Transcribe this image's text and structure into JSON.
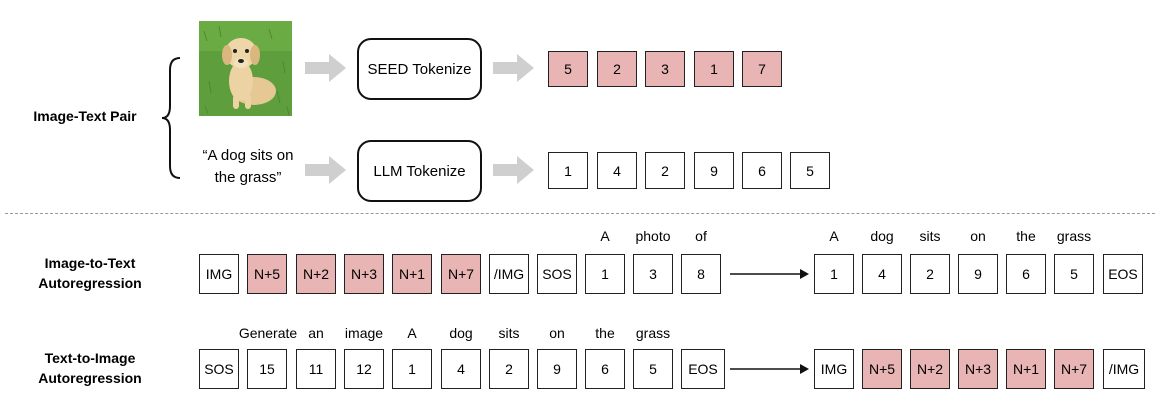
{
  "top": {
    "pair_label": "Image-Text Pair",
    "caption_line1": "“A dog sits on",
    "caption_line2": "the grass”",
    "seed_box": "SEED Tokenize",
    "llm_box": "LLM Tokenize",
    "seed_tokens": [
      "5",
      "2",
      "3",
      "1",
      "7"
    ],
    "llm_tokens": [
      "1",
      "4",
      "2",
      "9",
      "6",
      "5"
    ]
  },
  "i2t": {
    "label_line1": "Image-to-Text",
    "label_line2": "Autoregression",
    "input_tokens": [
      "IMG",
      "N+5",
      "N+2",
      "N+3",
      "N+1",
      "N+7",
      "/IMG",
      "SOS",
      "1",
      "3",
      "8"
    ],
    "input_words": [
      "A",
      "photo",
      "of"
    ],
    "output_tokens": [
      "1",
      "4",
      "2",
      "9",
      "6",
      "5",
      "EOS"
    ],
    "output_words": [
      "A",
      "dog",
      "sits",
      "on",
      "the",
      "grass"
    ]
  },
  "t2i": {
    "label_line1": "Text-to-Image",
    "label_line2": "Autoregression",
    "input_tokens": [
      "SOS",
      "15",
      "11",
      "12",
      "1",
      "4",
      "2",
      "9",
      "6",
      "5",
      "EOS"
    ],
    "input_words": [
      "Generate",
      "an",
      "image",
      "A",
      "dog",
      "sits",
      "on",
      "the",
      "grass"
    ],
    "output_tokens": [
      "IMG",
      "N+5",
      "N+2",
      "N+3",
      "N+1",
      "N+7",
      "/IMG"
    ]
  },
  "colors": {
    "image_token": "#e8b4b4",
    "arrow_gray": "#cfcfcf",
    "divider": "#999999"
  }
}
